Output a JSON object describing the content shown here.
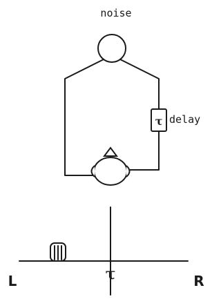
{
  "noise_label": "noise",
  "delay_label": "delay",
  "delay_symbol": "τ",
  "axis_left_label": "L",
  "axis_right_label": "R",
  "axis_center_symbol": "τ",
  "ink_color": "#1a1a1a"
}
